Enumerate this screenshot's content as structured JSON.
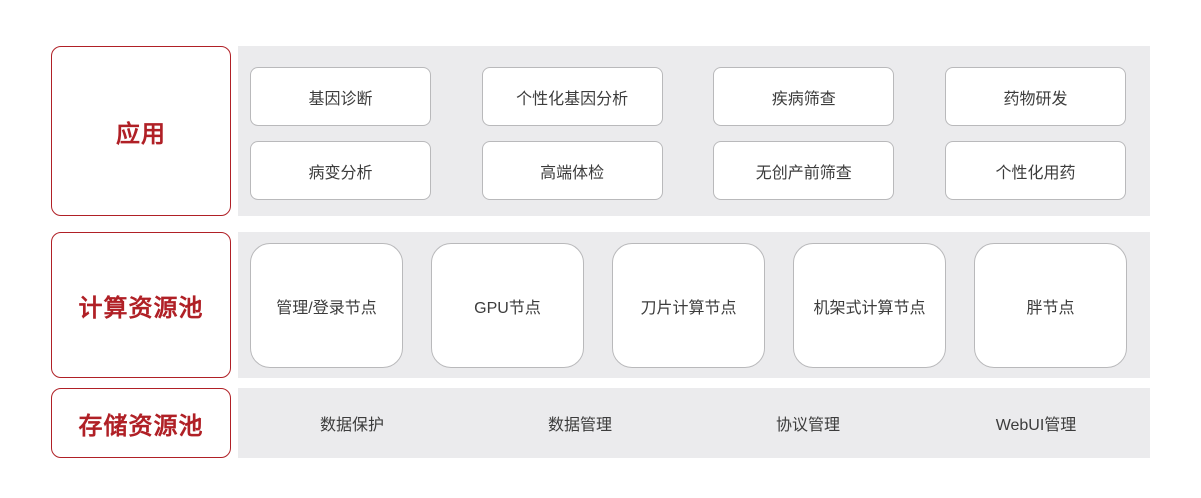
{
  "colors": {
    "accent_red": "#b02026",
    "panel_gray": "#ebebed",
    "box_border": "#b9b9bb",
    "box_text": "#3c3c3c",
    "background": "#ffffff"
  },
  "layers": [
    {
      "label": "应用",
      "buttons": [
        "基因诊断",
        "个性化基因分析",
        "疾病筛查",
        "药物研发",
        "病变分析",
        "高端体检",
        "无创产前筛查",
        "个性化用药"
      ]
    },
    {
      "label": "计算资源池",
      "nodes": [
        "管理/登录节点",
        "GPU节点",
        "刀片计算节点",
        "机架式计算节点",
        "胖节点"
      ]
    },
    {
      "label": "存储资源池",
      "services": [
        "数据保护",
        "数据管理",
        "协议管理",
        "WebUI管理"
      ]
    }
  ]
}
